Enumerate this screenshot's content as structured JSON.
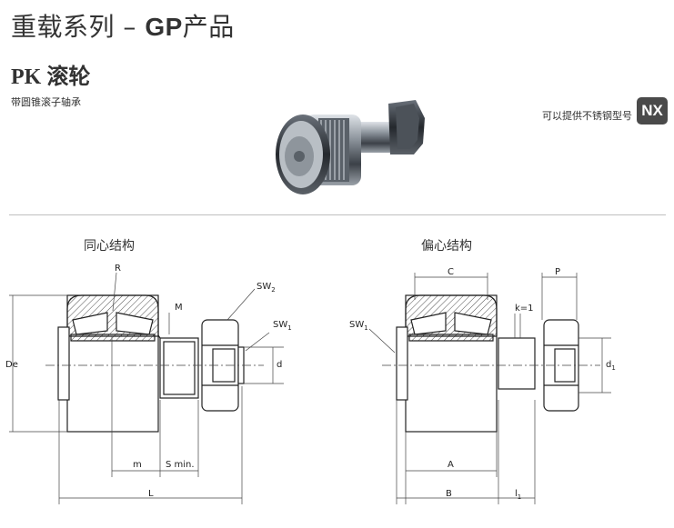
{
  "header": {
    "title_main": "重载系列 – ",
    "title_gp": "GP",
    "title_suffix": "产品",
    "product_name": "PK 滚轮",
    "subtitle": "带圆锥滚子轴承",
    "nx_note": "可以提供不锈钢型号",
    "nx_badge": "NX"
  },
  "sections": {
    "concentric": "同心结构",
    "eccentric": "偏心结构"
  },
  "dims_left": {
    "R": "R",
    "M": "M",
    "SW2_base": "SW",
    "SW2_sub": "2",
    "SW1_base": "SW",
    "SW1_sub": "1",
    "De": "De",
    "d": "d",
    "m": "m",
    "Smin": "S min.",
    "L": "L"
  },
  "dims_right": {
    "C": "C",
    "P": "P",
    "k": "k=1",
    "SW1_base": "SW",
    "SW1_sub": "1",
    "d1_base": "d",
    "d1_sub": "1",
    "A": "A",
    "B": "B",
    "l1_base": "l",
    "l1_sub": "1"
  }
}
